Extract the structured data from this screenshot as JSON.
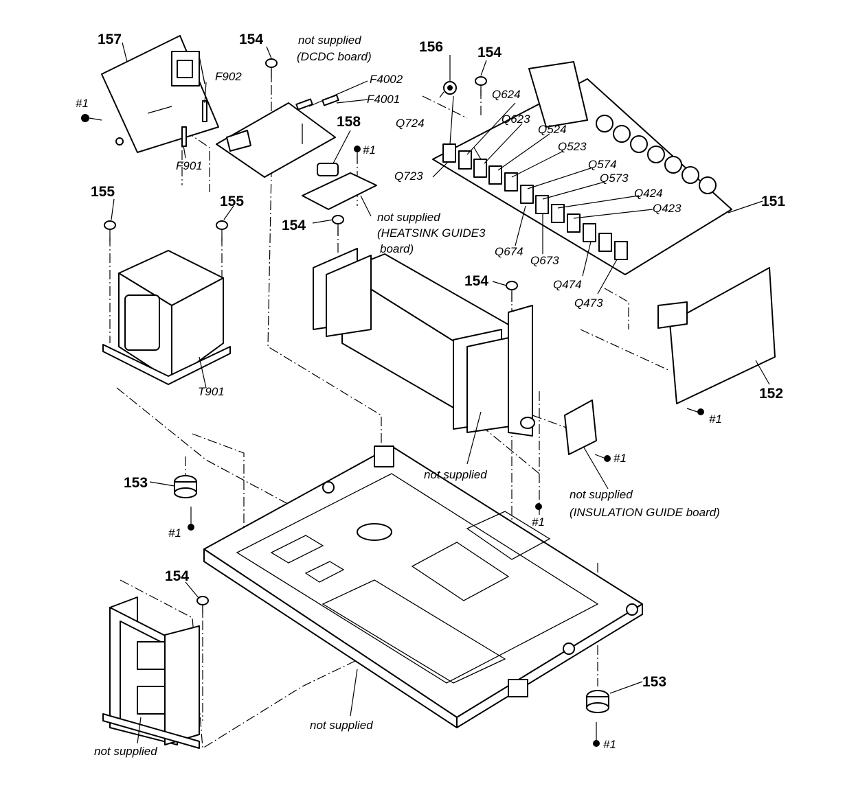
{
  "labels": {
    "p157": "157",
    "p154_a": "154",
    "p154_b": "154",
    "p154_c": "154",
    "p154_d": "154",
    "p154_e": "154",
    "p155_a": "155",
    "p155_b": "155",
    "p156": "156",
    "p158": "158",
    "p151": "151",
    "p152": "152",
    "p153_a": "153",
    "p153_b": "153",
    "screw_1_a": "#1",
    "screw_1_b": "#1",
    "screw_1_c": "#1",
    "screw_1_d": "#1",
    "screw_1_e": "#1",
    "screw_1_f": "#1",
    "screw_1_g": "#1",
    "f902": "F902",
    "f901": "F901",
    "f4002": "F4002",
    "f4001": "F4001",
    "t901": "T901",
    "q624": "Q624",
    "q623": "Q623",
    "q524": "Q524",
    "q523": "Q523",
    "q724": "Q724",
    "q723": "Q723",
    "q574": "Q574",
    "q573": "Q573",
    "q424": "Q424",
    "q423": "Q423",
    "q674": "Q674",
    "q673": "Q673",
    "q474": "Q474",
    "q473": "Q473",
    "dcdc_line1": "not supplied",
    "dcdc_line2": "(DCDC board)",
    "heatsink_line1": "not supplied",
    "heatsink_line2": "(HEATSINK GUIDE3",
    "heatsink_line3": "board)",
    "insul_line1": "not supplied",
    "insul_line2": "(INSULATION GUIDE board)",
    "ns_heatsink": "not supplied",
    "ns_chassis": "not supplied",
    "ns_bracket": "not supplied"
  }
}
